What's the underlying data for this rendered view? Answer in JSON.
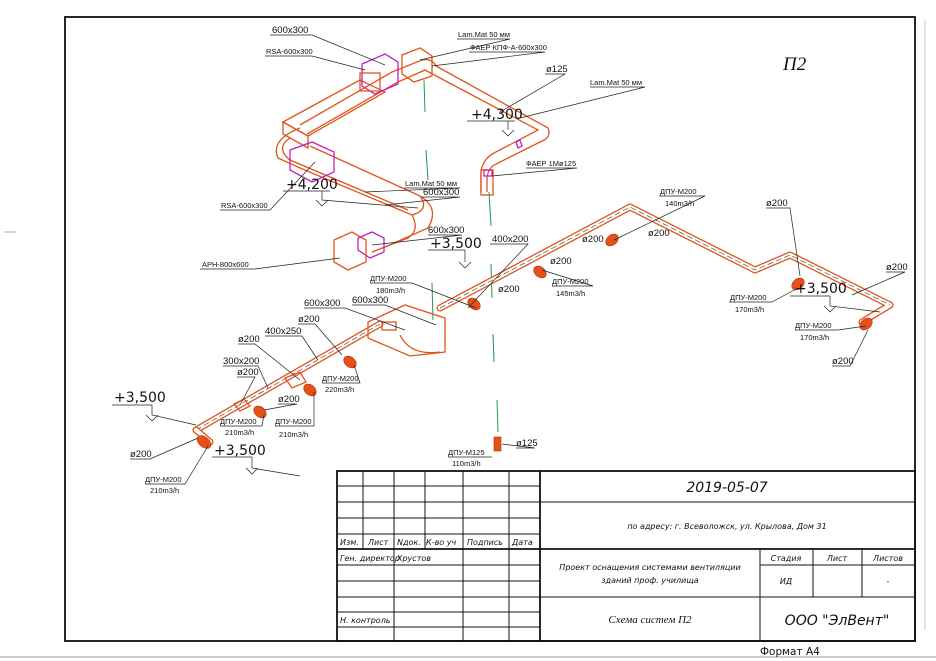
{
  "sheet": {
    "system_title": "П2",
    "format_label": "Формат А4"
  },
  "labels": [
    "600x300",
    "RSA-600x300",
    "Lam.Mat 50 мм",
    "ФАЕР КПФ-А-600x300",
    "ø125",
    "Lam.Mat 50 мм",
    "+4,300",
    "ФАЕР 1Мø125",
    "+4,200",
    "Lam.Mat 50 мм",
    "600x300",
    "RSA-600x300",
    "600x300",
    "+3,500",
    "400x200",
    "АРН-800x600",
    "ДПУ-М200",
    "140m3/h",
    "ø200",
    "ø200",
    "ø200",
    "ДПУ-М200",
    "180m3/h",
    "ø200",
    "ДПУ-М200",
    "145m3/h",
    "ø200",
    "ø200",
    "+3,500",
    "ДПУ-М200",
    "170m3/h",
    "ДПУ-М200",
    "170m3/h",
    "ø200",
    "600x300",
    "600x300",
    "ø200",
    "400x250",
    "ø200",
    "300x200",
    "ø200",
    "ДПУ-М200",
    "220m3/h",
    "+3,500",
    "ø200",
    "ДПУ-М200",
    "210m3/h",
    "ДПУ-М200",
    "210m3/h",
    "ø200",
    "+3,500",
    "ДПУ-М200",
    "210m3/h",
    "ДПУ-М125",
    "110m3/h",
    "ø125"
  ],
  "title_block": {
    "date": "2019-05-07",
    "address": "по адресу: г. Всеволожск, ул. Крылова, Дом 31",
    "headers": [
      "Изм.",
      "Лист",
      "Nдок.",
      "К-во уч",
      "Подпись",
      "Дата"
    ],
    "role_director": "Ген. директор",
    "name_director": "Хрустов",
    "role_control": "Н. контроль",
    "project_line1": "Проект оснащения системами вентиляции",
    "project_line2": "зданий проф. училища",
    "stage_header": "Стадия",
    "sheet_header": "Лист",
    "sheets_header": "Листов",
    "stage_value": "ИД",
    "sheets_value": "-",
    "drawing_name": "Схема систем П2",
    "company": "ООО \"ЭлВент\""
  }
}
